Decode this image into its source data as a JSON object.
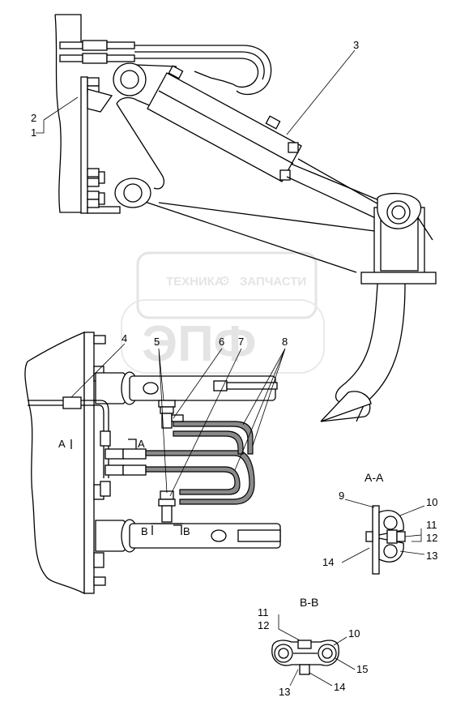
{
  "callouts_upper": {
    "n1": "1",
    "n2": "2",
    "n3": "3"
  },
  "callouts_lower": {
    "n4": "4",
    "n5": "5",
    "n6": "6",
    "n7": "7",
    "n8": "8",
    "n9": "9",
    "n10": "10",
    "n11": "11",
    "n12": "12",
    "n13": "13",
    "n14": "14",
    "n15": "15"
  },
  "section_marks": {
    "a_left": "A",
    "a_right": "A",
    "b_left": "B",
    "b_right": "B"
  },
  "section_views": {
    "aa_title": "A-A",
    "bb_title": "B-B"
  },
  "watermark": {
    "line1": "ТЕХНИКА",
    "line2": "ЗАПЧАСТИ",
    "logo": "ЭПФ"
  }
}
